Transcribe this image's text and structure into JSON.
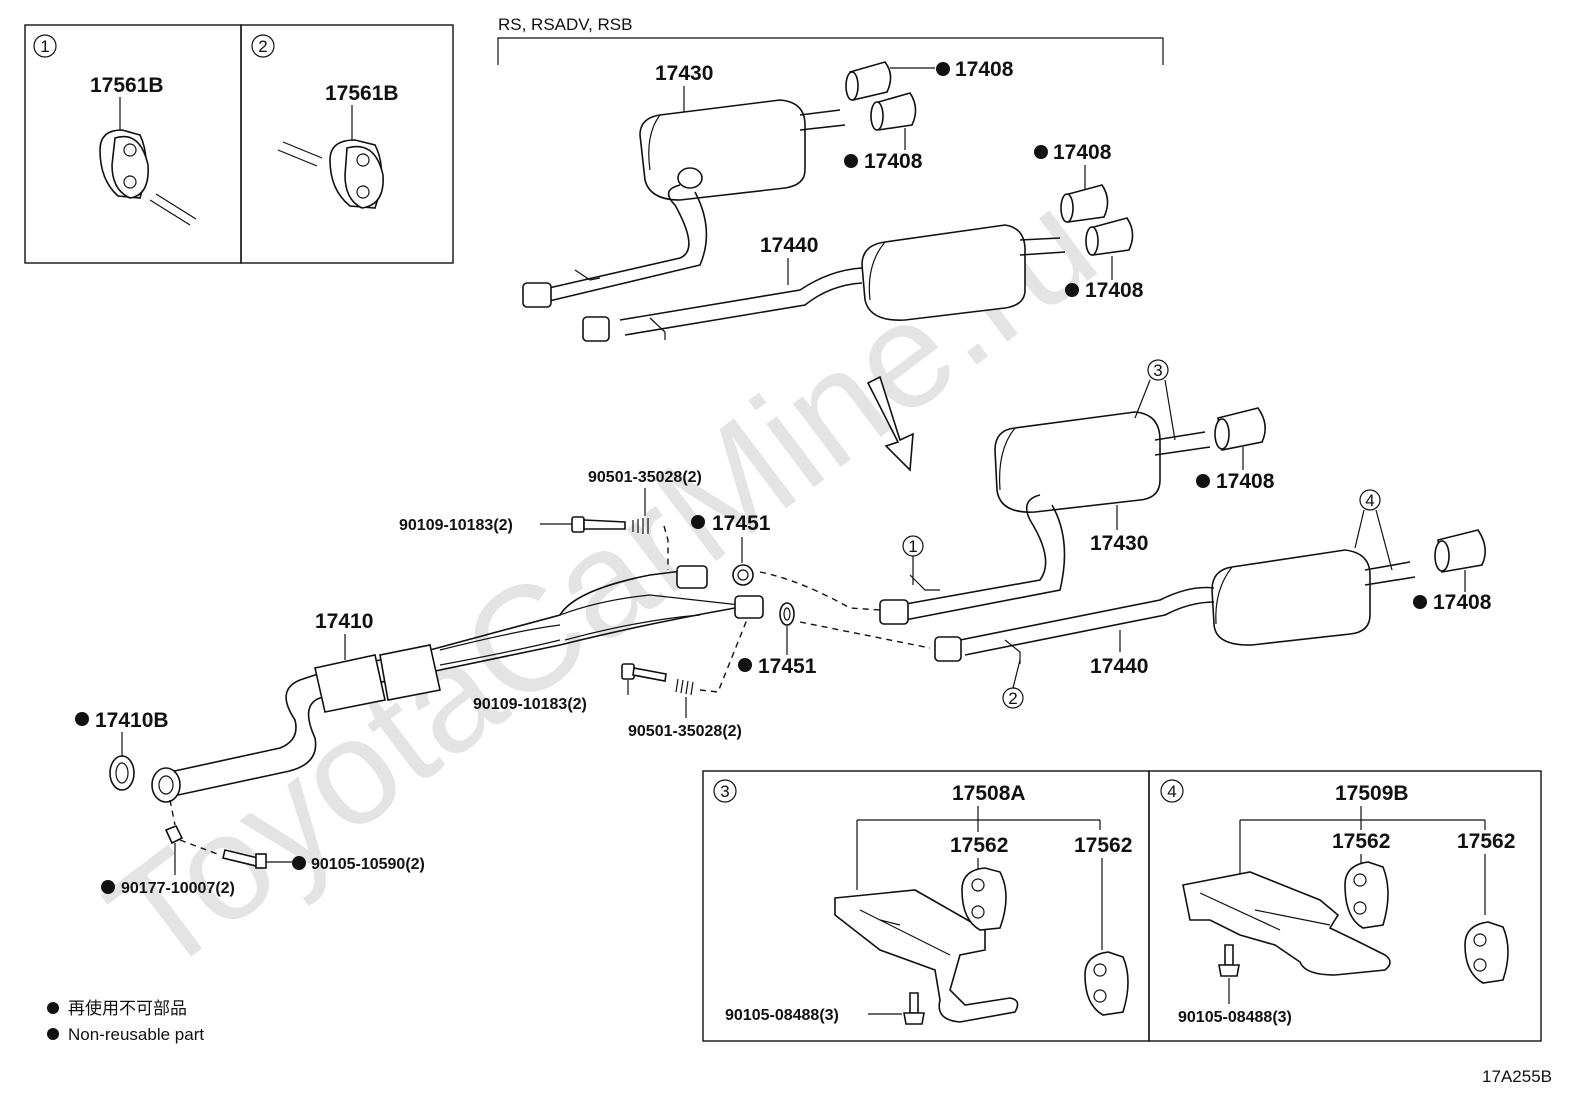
{
  "watermark": "ToyotaCarMine.ru",
  "variant_label": "RS, RSADV, RSB",
  "figure_code": "17A255B",
  "legend": {
    "jp": "再使用不可部品",
    "en": "Non-reusable part"
  },
  "inset_1": {
    "num": "1",
    "part": "17561B"
  },
  "inset_2": {
    "num": "2",
    "part": "17561B"
  },
  "inset_3": {
    "num": "3",
    "assy": "17508A",
    "cushion_a": "17562",
    "cushion_b": "17562",
    "bolt": "90105-08488(3)"
  },
  "inset_4": {
    "num": "4",
    "assy": "17509B",
    "cushion_a": "17562",
    "cushion_b": "17562",
    "bolt": "90105-08488(3)"
  },
  "top": {
    "muffler_a": "17430",
    "muffler_b": "17440",
    "tip_1": "17408",
    "tip_2": "17408",
    "tip_3": "17408",
    "tip_4": "17408"
  },
  "main": {
    "front_pipe": "17410",
    "gasket_front": "17410B",
    "gasket_upper": "17451",
    "gasket_lower": "17451",
    "bolt_upper": "90109-10183(2)",
    "spring_upper": "90501-35028(2)",
    "bolt_lower": "90109-10183(2)",
    "spring_lower": "90501-35028(2)",
    "bolt_front": "90105-10590(2)",
    "nut_front": "90177-10007(2)",
    "muffler_a": "17430",
    "muffler_b": "17440",
    "tip_a": "17408",
    "tip_b": "17408",
    "callout_1": "1",
    "callout_2": "2",
    "callout_3": "3",
    "callout_4": "4"
  }
}
